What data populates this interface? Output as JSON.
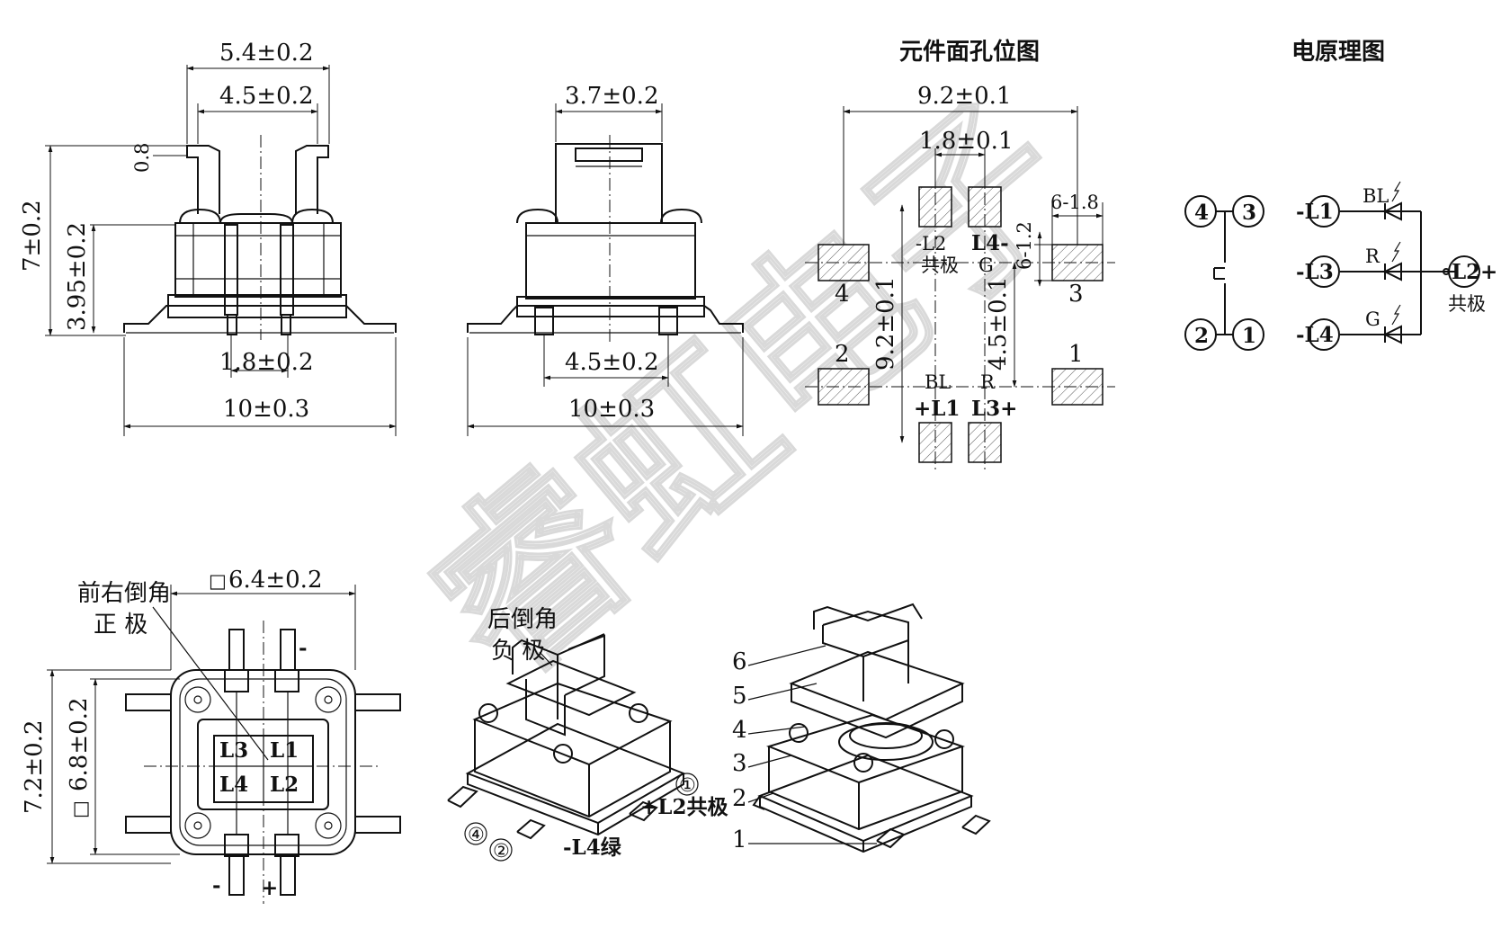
{
  "sections": {
    "pcb_layout_title": "元件面孔位图",
    "schematic_title": "电原理图"
  },
  "front_view": {
    "dim_top_outer": "5.4±0.2",
    "dim_top_inner": "4.5±0.2",
    "dim_height": "7±0.2",
    "dim_body_height": "3.95±0.2",
    "dim_cap": "0.8",
    "dim_pin_pitch": "1.8±0.2",
    "dim_total_width": "10±0.3"
  },
  "side_view": {
    "dim_top": "3.7±0.2",
    "dim_pin_spacing": "4.5±0.2",
    "dim_total_width": "10±0.3"
  },
  "pcb_layout": {
    "dim_total": "9.2±0.1",
    "dim_pitch": "1.8±0.1",
    "dim_pad": "6-1.8",
    "dim_pad_h": "6-1.2",
    "dim_vertical_total": "9.2±0.1",
    "dim_vertical_half": "4.5±0.1",
    "pad_labels": [
      "4",
      "3",
      "2",
      "1"
    ],
    "label_l2": "-L2",
    "label_common": "共极",
    "label_l4": "L4-",
    "label_g": "G",
    "label_bl": "BL",
    "label_l1": "+L1",
    "label_r": "R",
    "label_l3": "L3+"
  },
  "schematic": {
    "nodes": [
      "4",
      "3",
      "2",
      "1"
    ],
    "leds": [
      {
        "pin": "-L1",
        "color_label": "BL"
      },
      {
        "pin": "-L3",
        "color_label": "R"
      },
      {
        "pin": "-L4",
        "color_label": "G"
      }
    ],
    "common_pin": "L2",
    "common_sign": "+",
    "common_label": "共极"
  },
  "bottom_view": {
    "chamfer_label": "前右倒角",
    "polarity_label": "正 极",
    "dim_width": "6.4±0.2",
    "dim_outer_height": "7.2±0.2",
    "dim_inner_height": "6.8±0.2",
    "square_mark": "□",
    "cell_labels": [
      "L3",
      "L1",
      "L4",
      "L2"
    ],
    "sign_minus": "-",
    "sign_plus": "+"
  },
  "iso_view": {
    "chamfer_label": "后倒角",
    "polarity_label": "负 极",
    "pin_marks": [
      "①",
      "④",
      "②"
    ],
    "label_l2_common": "+L2共极",
    "label_l4": "-L4绿"
  },
  "exploded_view": {
    "part_numbers": [
      "6",
      "5",
      "4",
      "3",
      "2",
      "1"
    ]
  },
  "watermark": "睿虹电子"
}
